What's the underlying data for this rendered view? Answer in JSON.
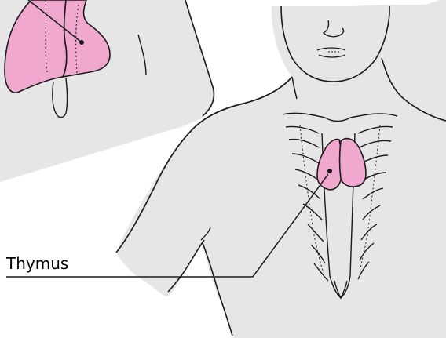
{
  "diagram": {
    "labels": {
      "thymus": "Thymus"
    },
    "colors": {
      "panel": "#e6e6e7",
      "organ_fill": "#f0a8cf",
      "outline": "#1a1a1a",
      "background": "#ffffff"
    },
    "parts": [
      "thymus-inset",
      "thymus-organ",
      "rib-cage",
      "head",
      "shoulder",
      "arm",
      "neck"
    ]
  }
}
